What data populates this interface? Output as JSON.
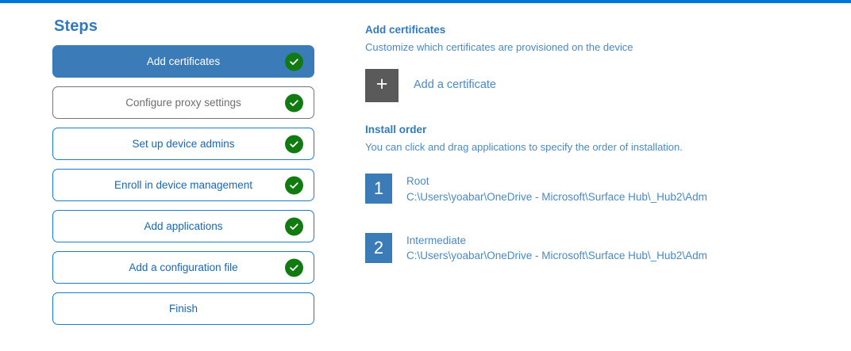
{
  "theme": {
    "accent_blue": "#0078d4",
    "step_active_blue": "#3b7cb8",
    "step_border_blue": "#1a7bd4",
    "step_muted_gray": "#767676",
    "link_blue": "#4a89c4",
    "heading_blue": "#2f7bbf",
    "check_green": "#117b11",
    "tile_gray": "#5a5a5a"
  },
  "steps_pane": {
    "title": "Steps",
    "items": [
      {
        "label": "Add certificates",
        "state": "active",
        "completed": true,
        "check_icon": "check-circle-icon"
      },
      {
        "label": "Configure proxy settings",
        "state": "muted",
        "completed": true,
        "check_icon": "check-circle-icon"
      },
      {
        "label": "Set up device admins",
        "state": "default",
        "completed": true,
        "check_icon": "check-circle-icon"
      },
      {
        "label": "Enroll in device management",
        "state": "default",
        "completed": true,
        "check_icon": "check-circle-icon"
      },
      {
        "label": "Add applications",
        "state": "default",
        "completed": true,
        "check_icon": "check-circle-icon"
      },
      {
        "label": "Add a configuration file",
        "state": "default",
        "completed": true,
        "check_icon": "check-circle-icon"
      },
      {
        "label": "Finish",
        "state": "default",
        "completed": false,
        "check_icon": ""
      }
    ]
  },
  "detail_pane": {
    "certificates": {
      "heading": "Add certificates",
      "description": "Customize which certificates are provisioned on the device",
      "add_button": {
        "icon": "plus-icon",
        "glyph": "+",
        "label": "Add a certificate"
      }
    },
    "install_order": {
      "heading": "Install order",
      "description": "You can click and drag applications to specify the order of installation.",
      "items": [
        {
          "index": "1",
          "name": "Root",
          "path": "C:\\Users\\yoabar\\OneDrive - Microsoft\\Surface Hub\\_Hub2\\Adm"
        },
        {
          "index": "2",
          "name": "Intermediate",
          "path": "C:\\Users\\yoabar\\OneDrive - Microsoft\\Surface Hub\\_Hub2\\Adm"
        }
      ]
    }
  }
}
